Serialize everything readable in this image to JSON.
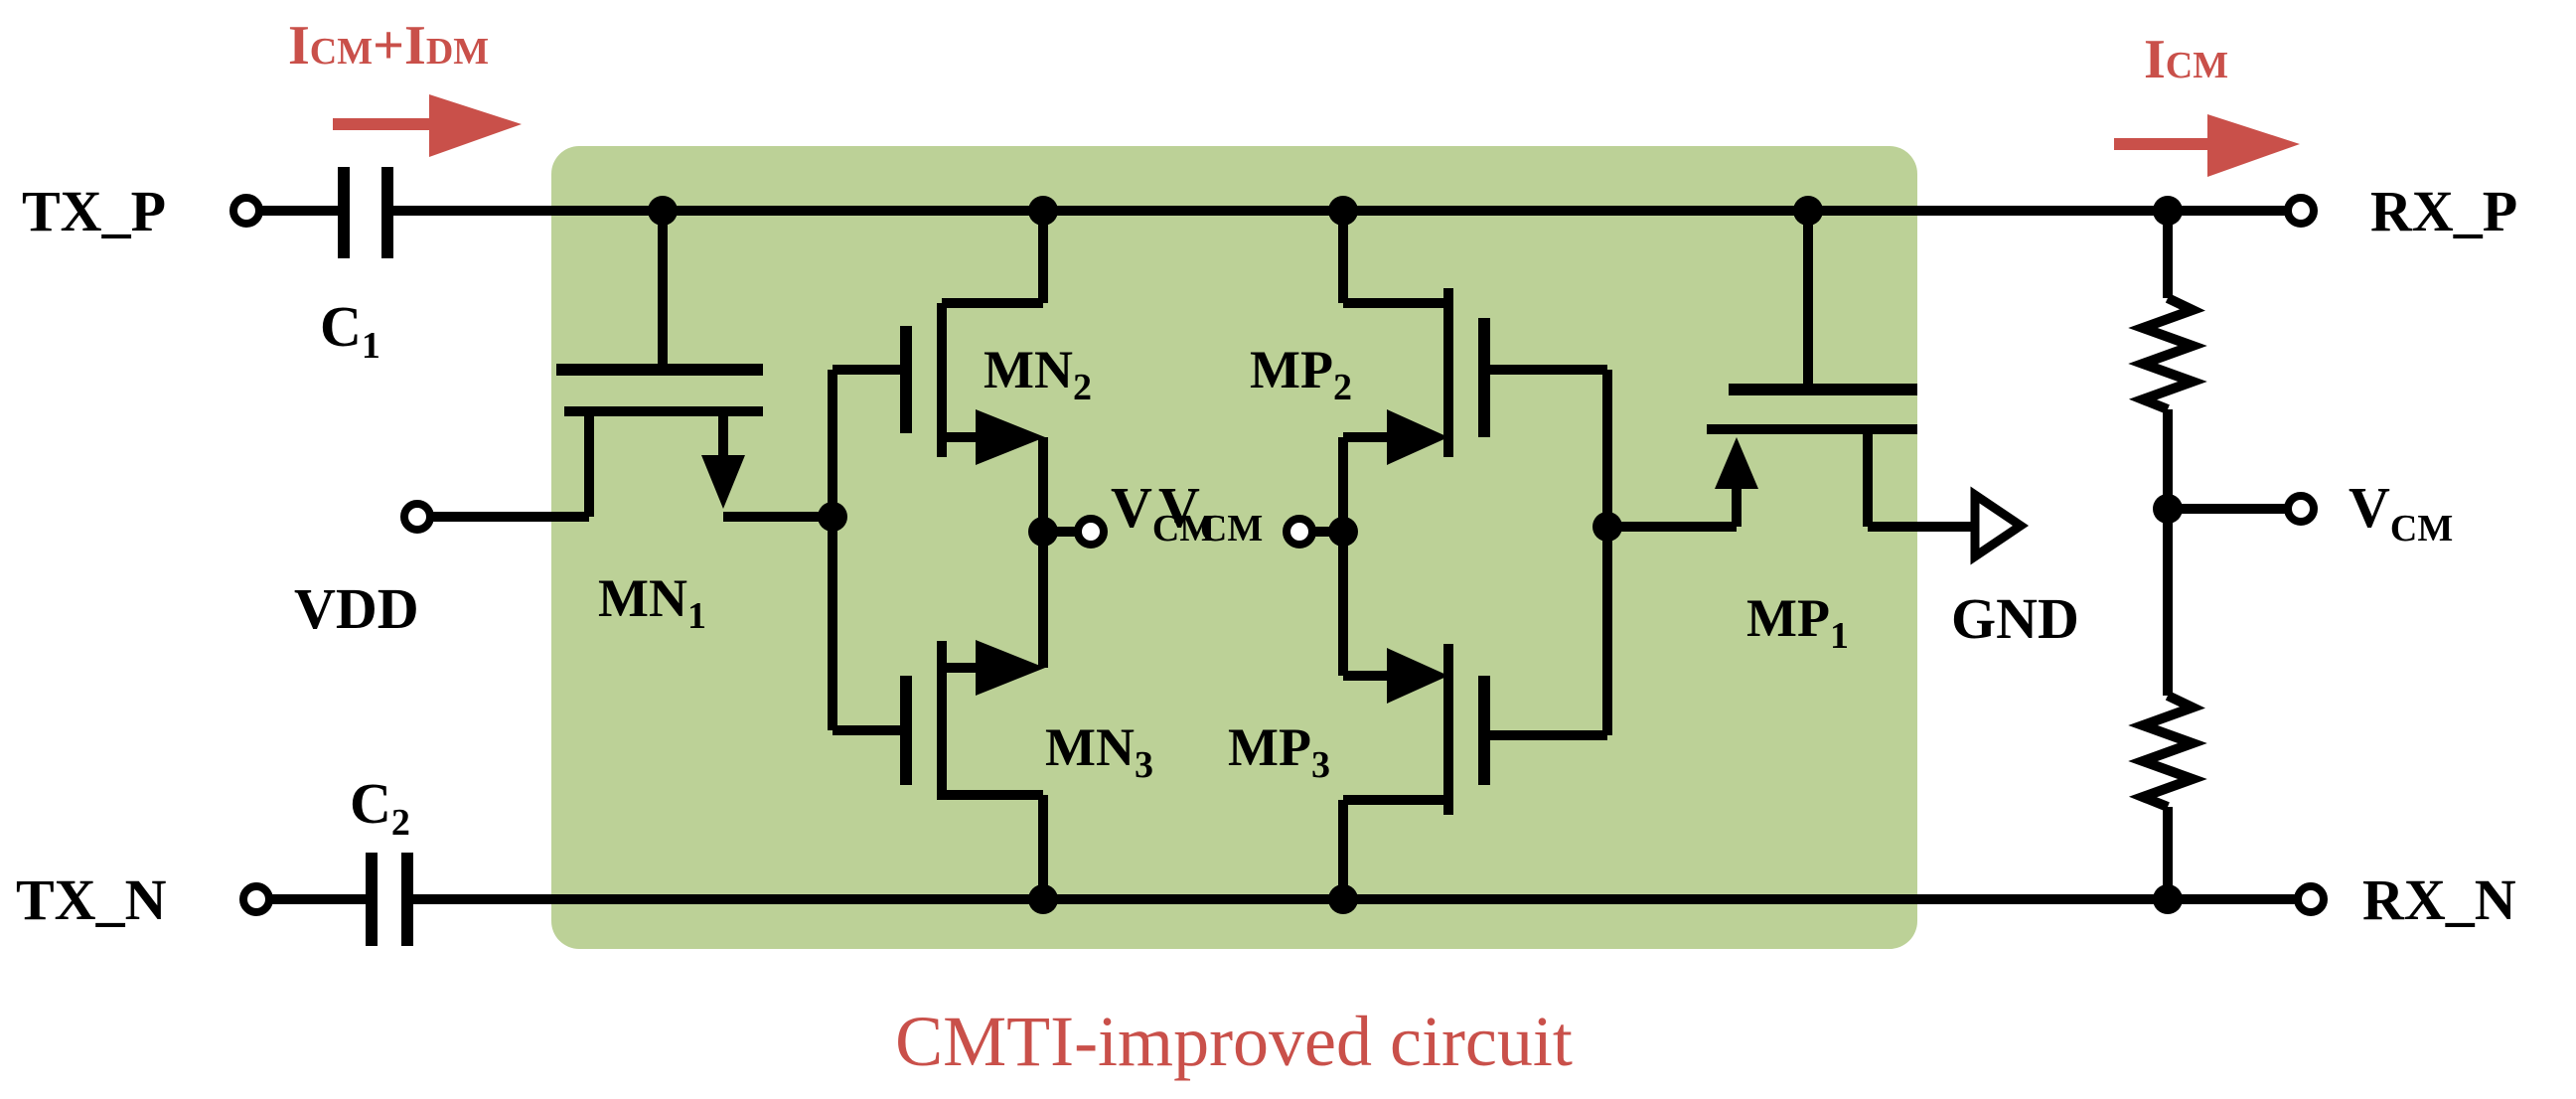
{
  "colors": {
    "wire": "#000000",
    "highlight_box": "#bcd197",
    "accent": "#c9504a"
  },
  "currents": {
    "left_main": "I",
    "left_sub1": "CM",
    "left_plus": "+I",
    "left_sub2": "DM",
    "right_main": "I",
    "right_sub": "CM"
  },
  "ports": {
    "tx_p": "TX_P",
    "tx_n": "TX_N",
    "rx_p": "RX_P",
    "rx_n": "RX_N",
    "vdd": "VDD",
    "gnd": "GND"
  },
  "vcm": {
    "main": "V",
    "sub": "CM"
  },
  "capacitors": [
    {
      "id": "c1",
      "main": "C",
      "sub": "1"
    },
    {
      "id": "c2",
      "main": "C",
      "sub": "2"
    }
  ],
  "transistors": [
    {
      "id": "mn1",
      "main": "MN",
      "sub": "1"
    },
    {
      "id": "mn2",
      "main": "MN",
      "sub": "2"
    },
    {
      "id": "mn3",
      "main": "MN",
      "sub": "3"
    },
    {
      "id": "mp1",
      "main": "MP",
      "sub": "1"
    },
    {
      "id": "mp2",
      "main": "MP",
      "sub": "2"
    },
    {
      "id": "mp3",
      "main": "MP",
      "sub": "3"
    }
  ],
  "box_label": "CMTI-improved circuit"
}
